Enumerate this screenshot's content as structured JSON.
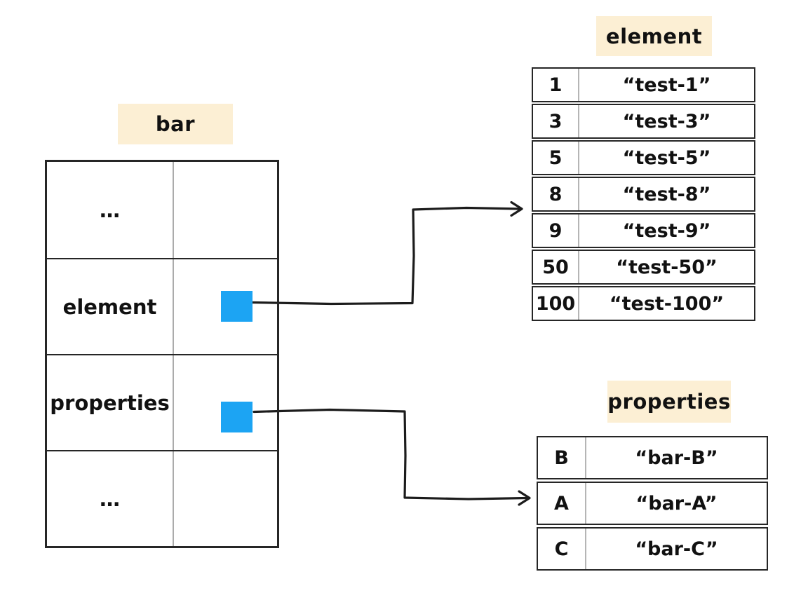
{
  "labels": {
    "bar": "bar",
    "element": "element",
    "properties": "properties"
  },
  "bar_table": {
    "rows": [
      {
        "key": "…",
        "pointer": false
      },
      {
        "key": "element",
        "pointer": true
      },
      {
        "key": "properties",
        "pointer": true
      },
      {
        "key": "…",
        "pointer": false
      }
    ]
  },
  "element_table": {
    "rows": [
      {
        "key": "1",
        "value": "“test-1”"
      },
      {
        "key": "3",
        "value": "“test-3”"
      },
      {
        "key": "5",
        "value": "“test-5”"
      },
      {
        "key": "8",
        "value": "“test-8”"
      },
      {
        "key": "9",
        "value": "“test-9”"
      },
      {
        "key": "50",
        "value": "“test-50”"
      },
      {
        "key": "100",
        "value": "“test-100”"
      }
    ]
  },
  "properties_table": {
    "rows": [
      {
        "key": "B",
        "value": "“bar-B”"
      },
      {
        "key": "A",
        "value": "“bar-A”"
      },
      {
        "key": "C",
        "value": "“bar-C”"
      }
    ]
  },
  "colors": {
    "pointer_blue": "#1CA4F3",
    "label_background": "#FCEFD4",
    "line": "#1C1C1C",
    "table_border": "#262626",
    "column_divider": "#ABABAB"
  }
}
